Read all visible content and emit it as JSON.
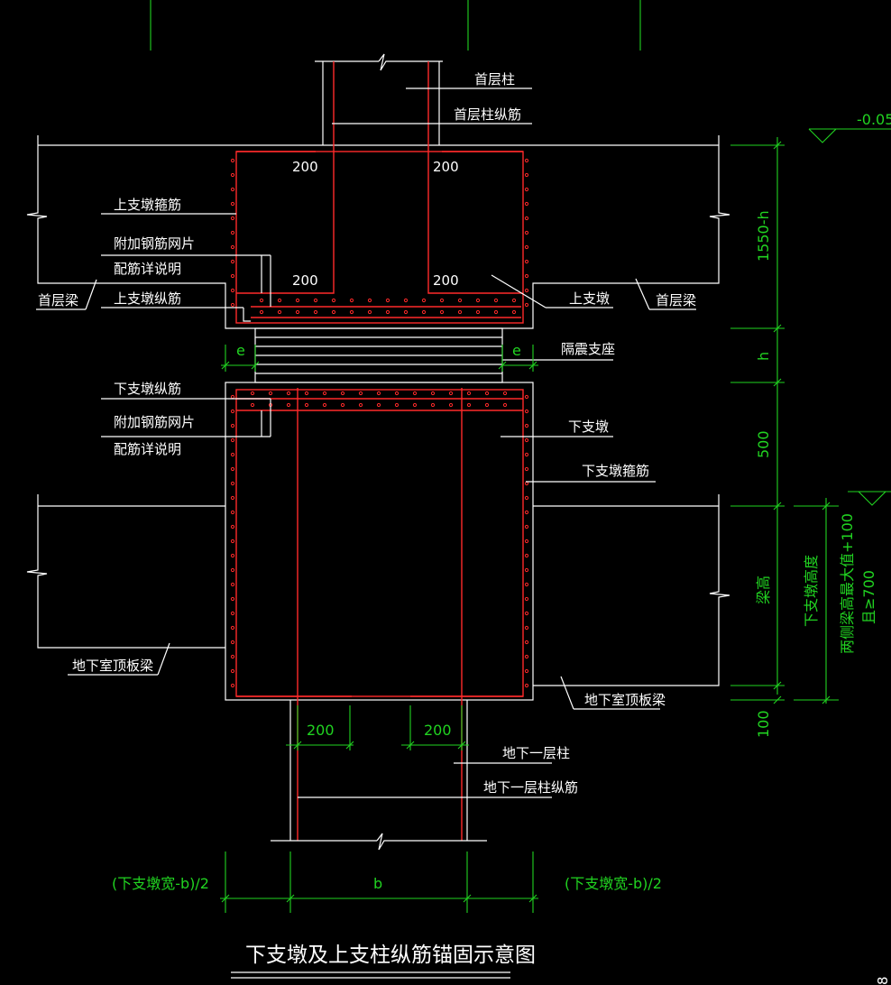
{
  "title": "下支墩及上支柱纵筋锚固示意图",
  "labels": {
    "first_floor_column": "首层柱",
    "first_floor_column_rebar": "首层柱纵筋",
    "upper_pier_stirrup": "上支墩箍筋",
    "extra_mesh_top": "附加钢筋网片",
    "see_notes_top": "配筋详说明",
    "first_floor_beam_left": "首层梁",
    "upper_pier_rebar": "上支墩纵筋",
    "upper_pier": "上支墩",
    "first_floor_beam_right": "首层梁",
    "isolation_bearing": "隔震支座",
    "lower_pier_rebar": "下支墩纵筋",
    "extra_mesh_bottom": "附加钢筋网片",
    "see_notes_bottom": "配筋详说明",
    "lower_pier": "下支墩",
    "lower_pier_stirrup": "下支墩箍筋",
    "basement_roof_beam_left": "地下室顶板梁",
    "basement_roof_beam_right": "地下室顶板梁",
    "b1_column": "地下一层柱",
    "b1_column_rebar": "地下一层柱纵筋"
  },
  "dims": {
    "d200_ul": "200",
    "d200_ur": "200",
    "d200_ml": "200",
    "d200_mr": "200",
    "d200_bl": "200",
    "d200_br": "200",
    "e_left": "e",
    "e_right": "e",
    "v_1550": "1550-h",
    "v_h": "h",
    "v_500": "500",
    "v_beam_height": "梁高",
    "v_lower_height": "下支墩高度",
    "v_beam_height_rule": "两侧梁高最大值+100",
    "v_min_700": "且≥700",
    "v_100": "100",
    "elev": "-0.05",
    "b": "b",
    "half_left": "(下支墩宽-b)/2",
    "half_right": "(下支墩宽-b)/2",
    "edge_digit": "8"
  },
  "colors": {
    "background": "#000000",
    "line": "#ffffff",
    "rebar": "#ff2a2a",
    "dimension": "#21d321"
  }
}
